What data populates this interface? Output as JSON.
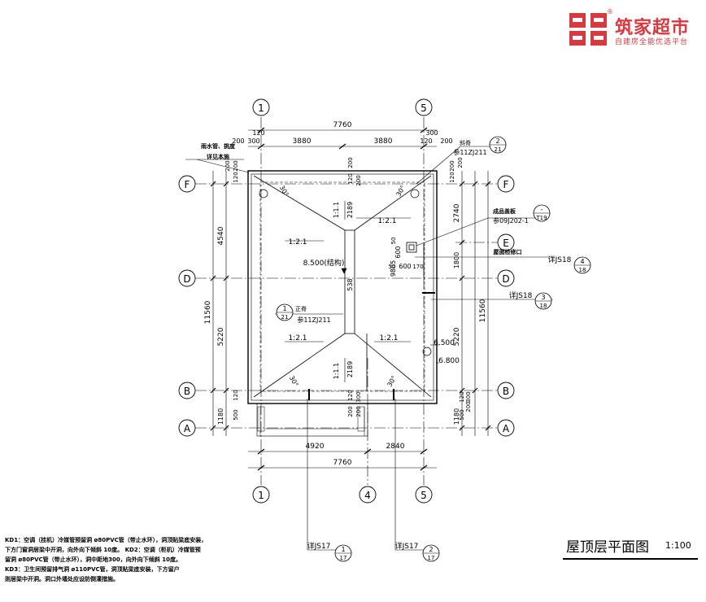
{
  "logo": {
    "name": "筑家超市",
    "subtitle": "自建房全能优选平台",
    "registered": "®"
  },
  "title": {
    "main": "屋顶层平面图",
    "scale": "1:100"
  },
  "axes": {
    "top": [
      "1",
      "5"
    ],
    "bottom": [
      "1",
      "4",
      "5"
    ],
    "left": [
      "F",
      "D",
      "B",
      "A"
    ],
    "right": [
      "F",
      "E",
      "D",
      "B",
      "A"
    ]
  },
  "dimensions": {
    "top_total": "7760",
    "top_left_half": "3880",
    "top_right_half": "3880",
    "top_small_left": [
      "200",
      "300",
      "120"
    ],
    "top_small_right": [
      "120",
      "300",
      "200"
    ],
    "bottom_total": "7760",
    "bottom_left": "4920",
    "bottom_right": "2840",
    "left_total": "11560",
    "left_upper": "4540",
    "left_lower": "5220",
    "left_bottom": "1180",
    "left_small_top": [
      "200",
      "120",
      "200"
    ],
    "left_small_bottom": [
      "120",
      "500"
    ],
    "right_total": "11560",
    "right_upper": "2740",
    "right_mid": "1800",
    "right_lower": "5220",
    "right_bottom": "1180",
    "right_small_top": [
      "200",
      "120",
      "200"
    ],
    "right_small_bottom": [
      "300",
      "200",
      "120",
      "500"
    ],
    "inner": [
      "2189",
      "538",
      "2189",
      "600",
      "50",
      "600",
      "50",
      "170",
      "9805",
      "120",
      "200",
      "120",
      "200",
      "200",
      "300",
      "200"
    ]
  },
  "labels": {
    "downspout_top": "雨水管、挑度",
    "downspout_bottom": "详见本施",
    "ridge_top_ref": "斜脊",
    "ridge_top_code": "参11ZJ211",
    "ridge_top_circle_num": "2",
    "ridge_top_circle_den": "21",
    "ridge_mid_ref": "正脊",
    "ridge_mid_code": "参11ZJ211",
    "ridge_mid_circle_num": "1",
    "ridge_mid_circle_den": "21",
    "hatch_title": "成品盖板",
    "hatch_code": "参09J202-1",
    "hatch_circle_num": "-",
    "hatch_circle_den": "T19",
    "roof_access": "屋面检修口",
    "js18_a": "详JS18",
    "js18_a_num": "4",
    "js18_a_den": "18",
    "js18_b": "详JS18",
    "js18_b_num": "3",
    "js18_b_den": "18",
    "js17_a": "详JS17",
    "js17_a_num": "1",
    "js17_a_den": "17",
    "js17_b": "详JS17",
    "js17_b_num": "2",
    "js17_b_den": "17",
    "elev_ridge": "8.500(结构)",
    "elev_eave1": "6.500",
    "elev_eave2": "6.800",
    "slope": "1:2.1",
    "slope_short": "1:1.1",
    "angle": "30°"
  },
  "notes": [
    "KD1：空调（挂机）冷媒管预留洞 ø80PVC管（带止水环），洞顶贴梁底安装，",
    "下方门窗洞居梁中开洞，向外向下倾斜 10度。 KD2：空调（柜机）冷媒管预",
    "留洞 ø80PVC管（带止水环），洞中距地300，向外向下倾斜 10度。",
    " KD3：卫生间预留排气洞 ø110PVC管，洞顶贴梁底安装，下方留户",
    " 则居梁中开洞。洞口外墙处应设防倒灌措施。"
  ]
}
